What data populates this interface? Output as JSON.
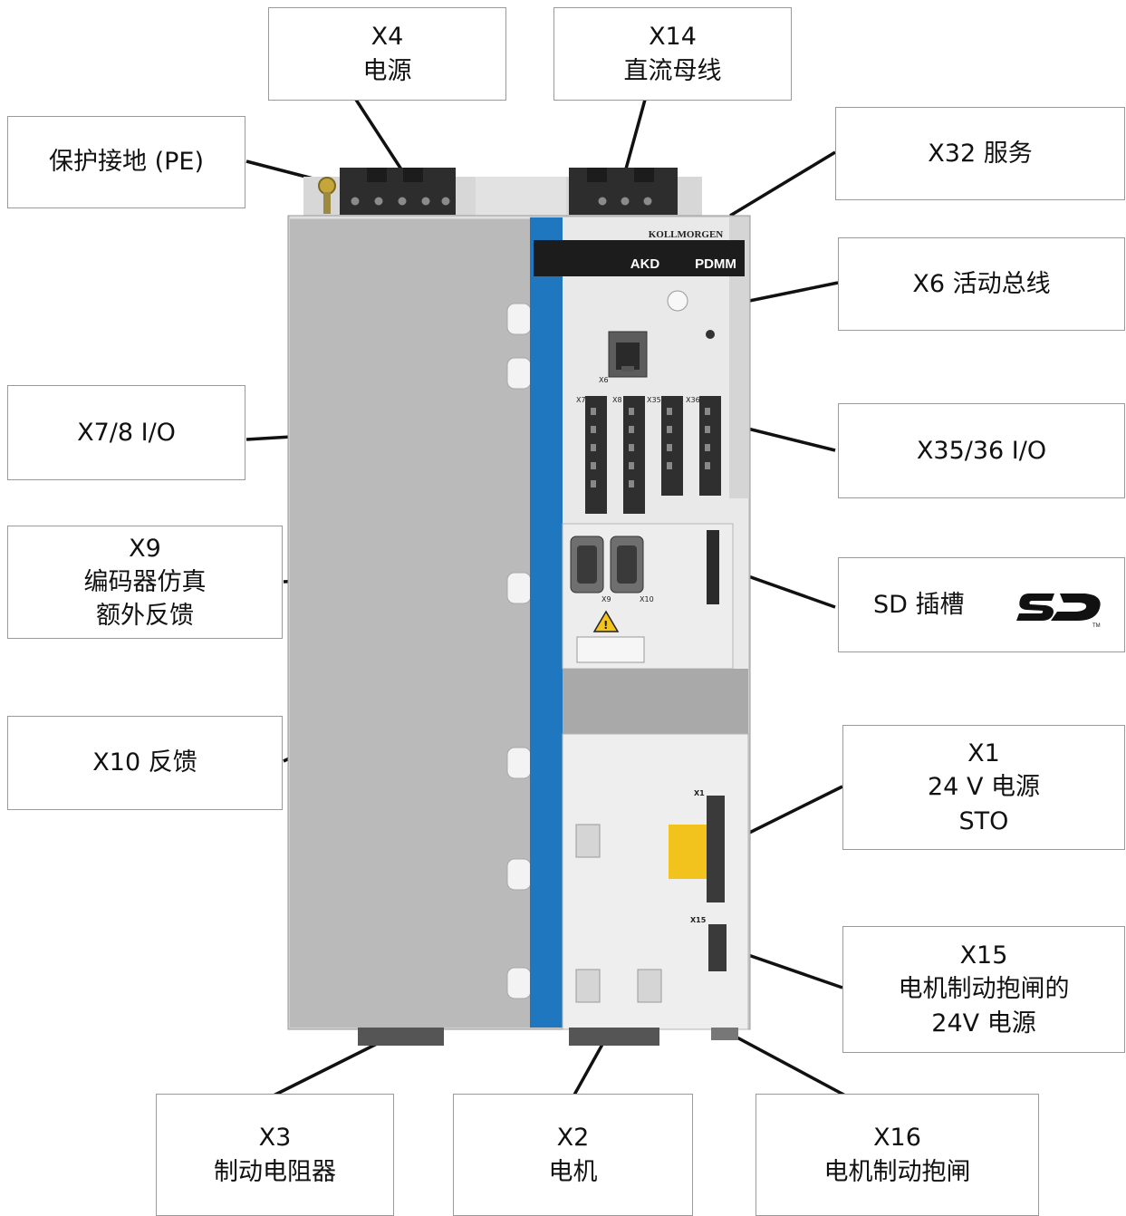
{
  "device": {
    "brand": "KOLLMORGEN",
    "model": "AKD",
    "variant": "PDMM",
    "port_labels": {
      "x6": "X6",
      "x7": "X7",
      "x8": "X8",
      "x35": "X35",
      "x36": "X36",
      "x9": "X9",
      "x10": "X10",
      "x1": "X1",
      "x15": "X15"
    }
  },
  "callouts": [
    {
      "id": "pe",
      "lines": [
        "保护接地 (PE)"
      ]
    },
    {
      "id": "x4",
      "lines": [
        "X4",
        "电源"
      ]
    },
    {
      "id": "x14",
      "lines": [
        "X14",
        "直流母线"
      ]
    },
    {
      "id": "x32",
      "lines": [
        "X32 服务"
      ]
    },
    {
      "id": "x6",
      "lines": [
        "X6 活动总线"
      ]
    },
    {
      "id": "x78",
      "lines": [
        "X7/8 I/O"
      ]
    },
    {
      "id": "x3536",
      "lines": [
        "X35/36 I/O"
      ]
    },
    {
      "id": "x9",
      "lines": [
        "X9",
        "编码器仿真",
        "额外反馈"
      ]
    },
    {
      "id": "sd",
      "lines": [
        "SD 插槽"
      ]
    },
    {
      "id": "x10",
      "lines": [
        "X10 反馈"
      ]
    },
    {
      "id": "x1",
      "lines": [
        "X1",
        "24 V 电源",
        "STO"
      ]
    },
    {
      "id": "x15",
      "lines": [
        "X15",
        "电机制动抱闸的",
        "24V 电源"
      ]
    },
    {
      "id": "x3",
      "lines": [
        "X3",
        "制动电阻器"
      ]
    },
    {
      "id": "x2",
      "lines": [
        "X2",
        "电机"
      ]
    },
    {
      "id": "x16",
      "lines": [
        "X16",
        "电机制动抱闸"
      ]
    }
  ],
  "colors": {
    "blue_stripe": "#1f77c0",
    "heatsink": "#b9b9b9",
    "front_panel": "#e9e9e9",
    "sto_label": "#f2c31c"
  },
  "icons": [
    "sd-logo-icon",
    "high-voltage-warning-icon",
    "ethernet-port-icon"
  ]
}
